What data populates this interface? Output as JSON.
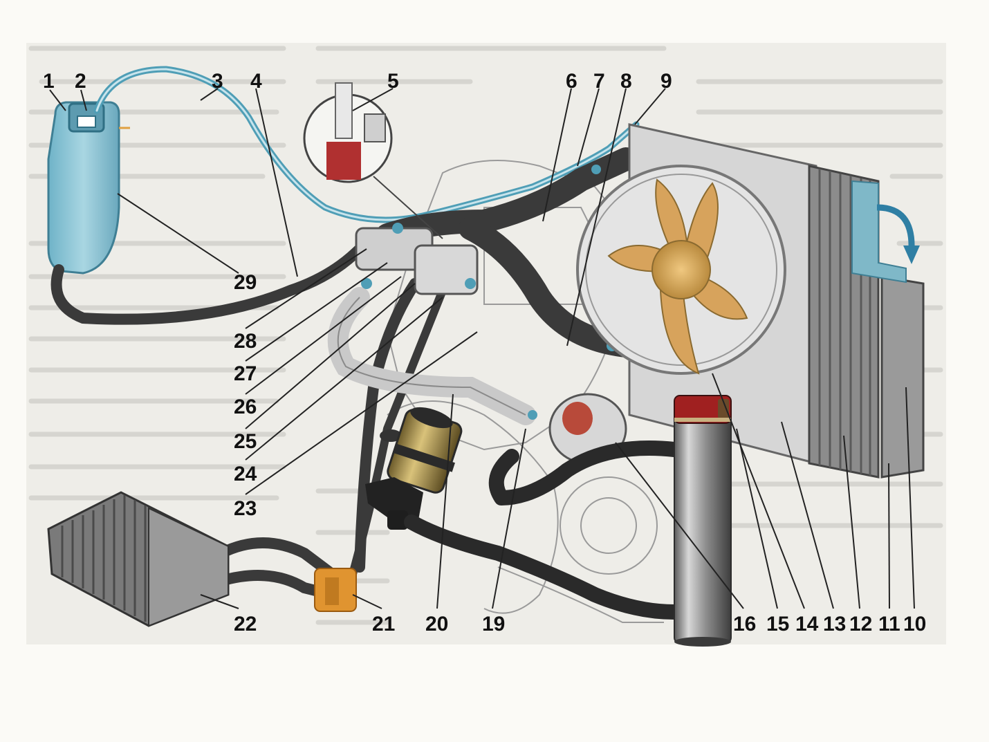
{
  "colors": {
    "background": "#fbfaf6",
    "paper": "#ecebe6",
    "coolant_blue": "#4f9eb6",
    "tank": "#8fc7d6",
    "hose": "#3a3a3a",
    "added_hose": "#2a2a2a",
    "radiator": "#8c8c8c",
    "fan_blade": "#d7a35c",
    "pump_brass": "#b9a062",
    "cylinder": "#8f8f8f",
    "cylinder_cap": "#a02020",
    "heater_clamp": "#e09430"
  },
  "callouts": {
    "n1": "1",
    "n2": "2",
    "n3": "3",
    "n4": "4",
    "n5": "5",
    "n6": "6",
    "n7": "7",
    "n8": "8",
    "n9": "9",
    "n10": "10",
    "n11": "11",
    "n12": "12",
    "n13": "13",
    "n14": "14",
    "n15": "15",
    "n16": "16",
    "n19": "19",
    "n20": "20",
    "n21": "21",
    "n22": "22",
    "n23": "23",
    "n24": "24",
    "n25": "25",
    "n26": "26",
    "n27": "27",
    "n28": "28",
    "n29": "29"
  },
  "icons": {
    "flow_arrow": "curved-arrow-icon"
  }
}
